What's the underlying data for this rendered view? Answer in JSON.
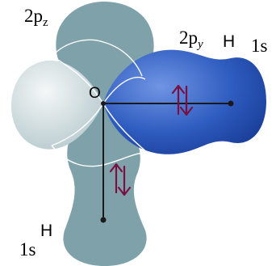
{
  "diagram": {
    "labels": {
      "orbital_pz_main": "2p",
      "orbital_pz_sub": "z",
      "orbital_py_main": "2p",
      "orbital_py_sub": "y",
      "oxygen": "O",
      "hydrogen_right": "H",
      "hydrogen_bottom": "H",
      "s_right": "1s",
      "s_bottom": "1s"
    },
    "colors": {
      "pz_lobe": "#7fa2aa",
      "py_lobe_dark": "#1f48a6",
      "py_lobe_light": "#5f86d8",
      "left_lobe_light": "#eef2f2",
      "left_lobe_dark": "#b9cccf",
      "bond_line": "#1a1a1a",
      "spin_arrows": "#7a1042"
    },
    "icons": [
      "spin-pair-arrows-icon"
    ]
  }
}
